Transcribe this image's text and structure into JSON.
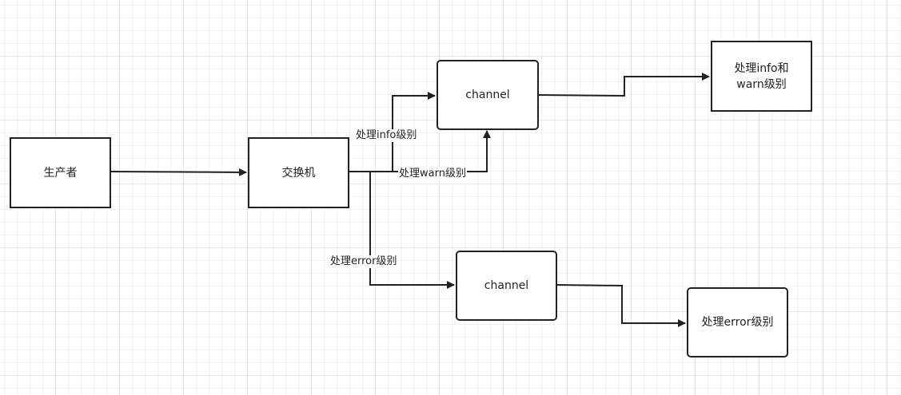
{
  "nodes": {
    "producer": "生产者",
    "exchange": "交换机",
    "channel_top": "channel",
    "channel_bottom": "channel",
    "consumer_info_warn": "处理info和warn级别",
    "consumer_error": "处理error级别"
  },
  "edges": {
    "info_label": "处理info级别",
    "warn_label": "处理warn级别",
    "error_label": "处理error级别"
  },
  "colors": {
    "line": "#222222",
    "box_border": "#222222",
    "text": "#222222"
  }
}
